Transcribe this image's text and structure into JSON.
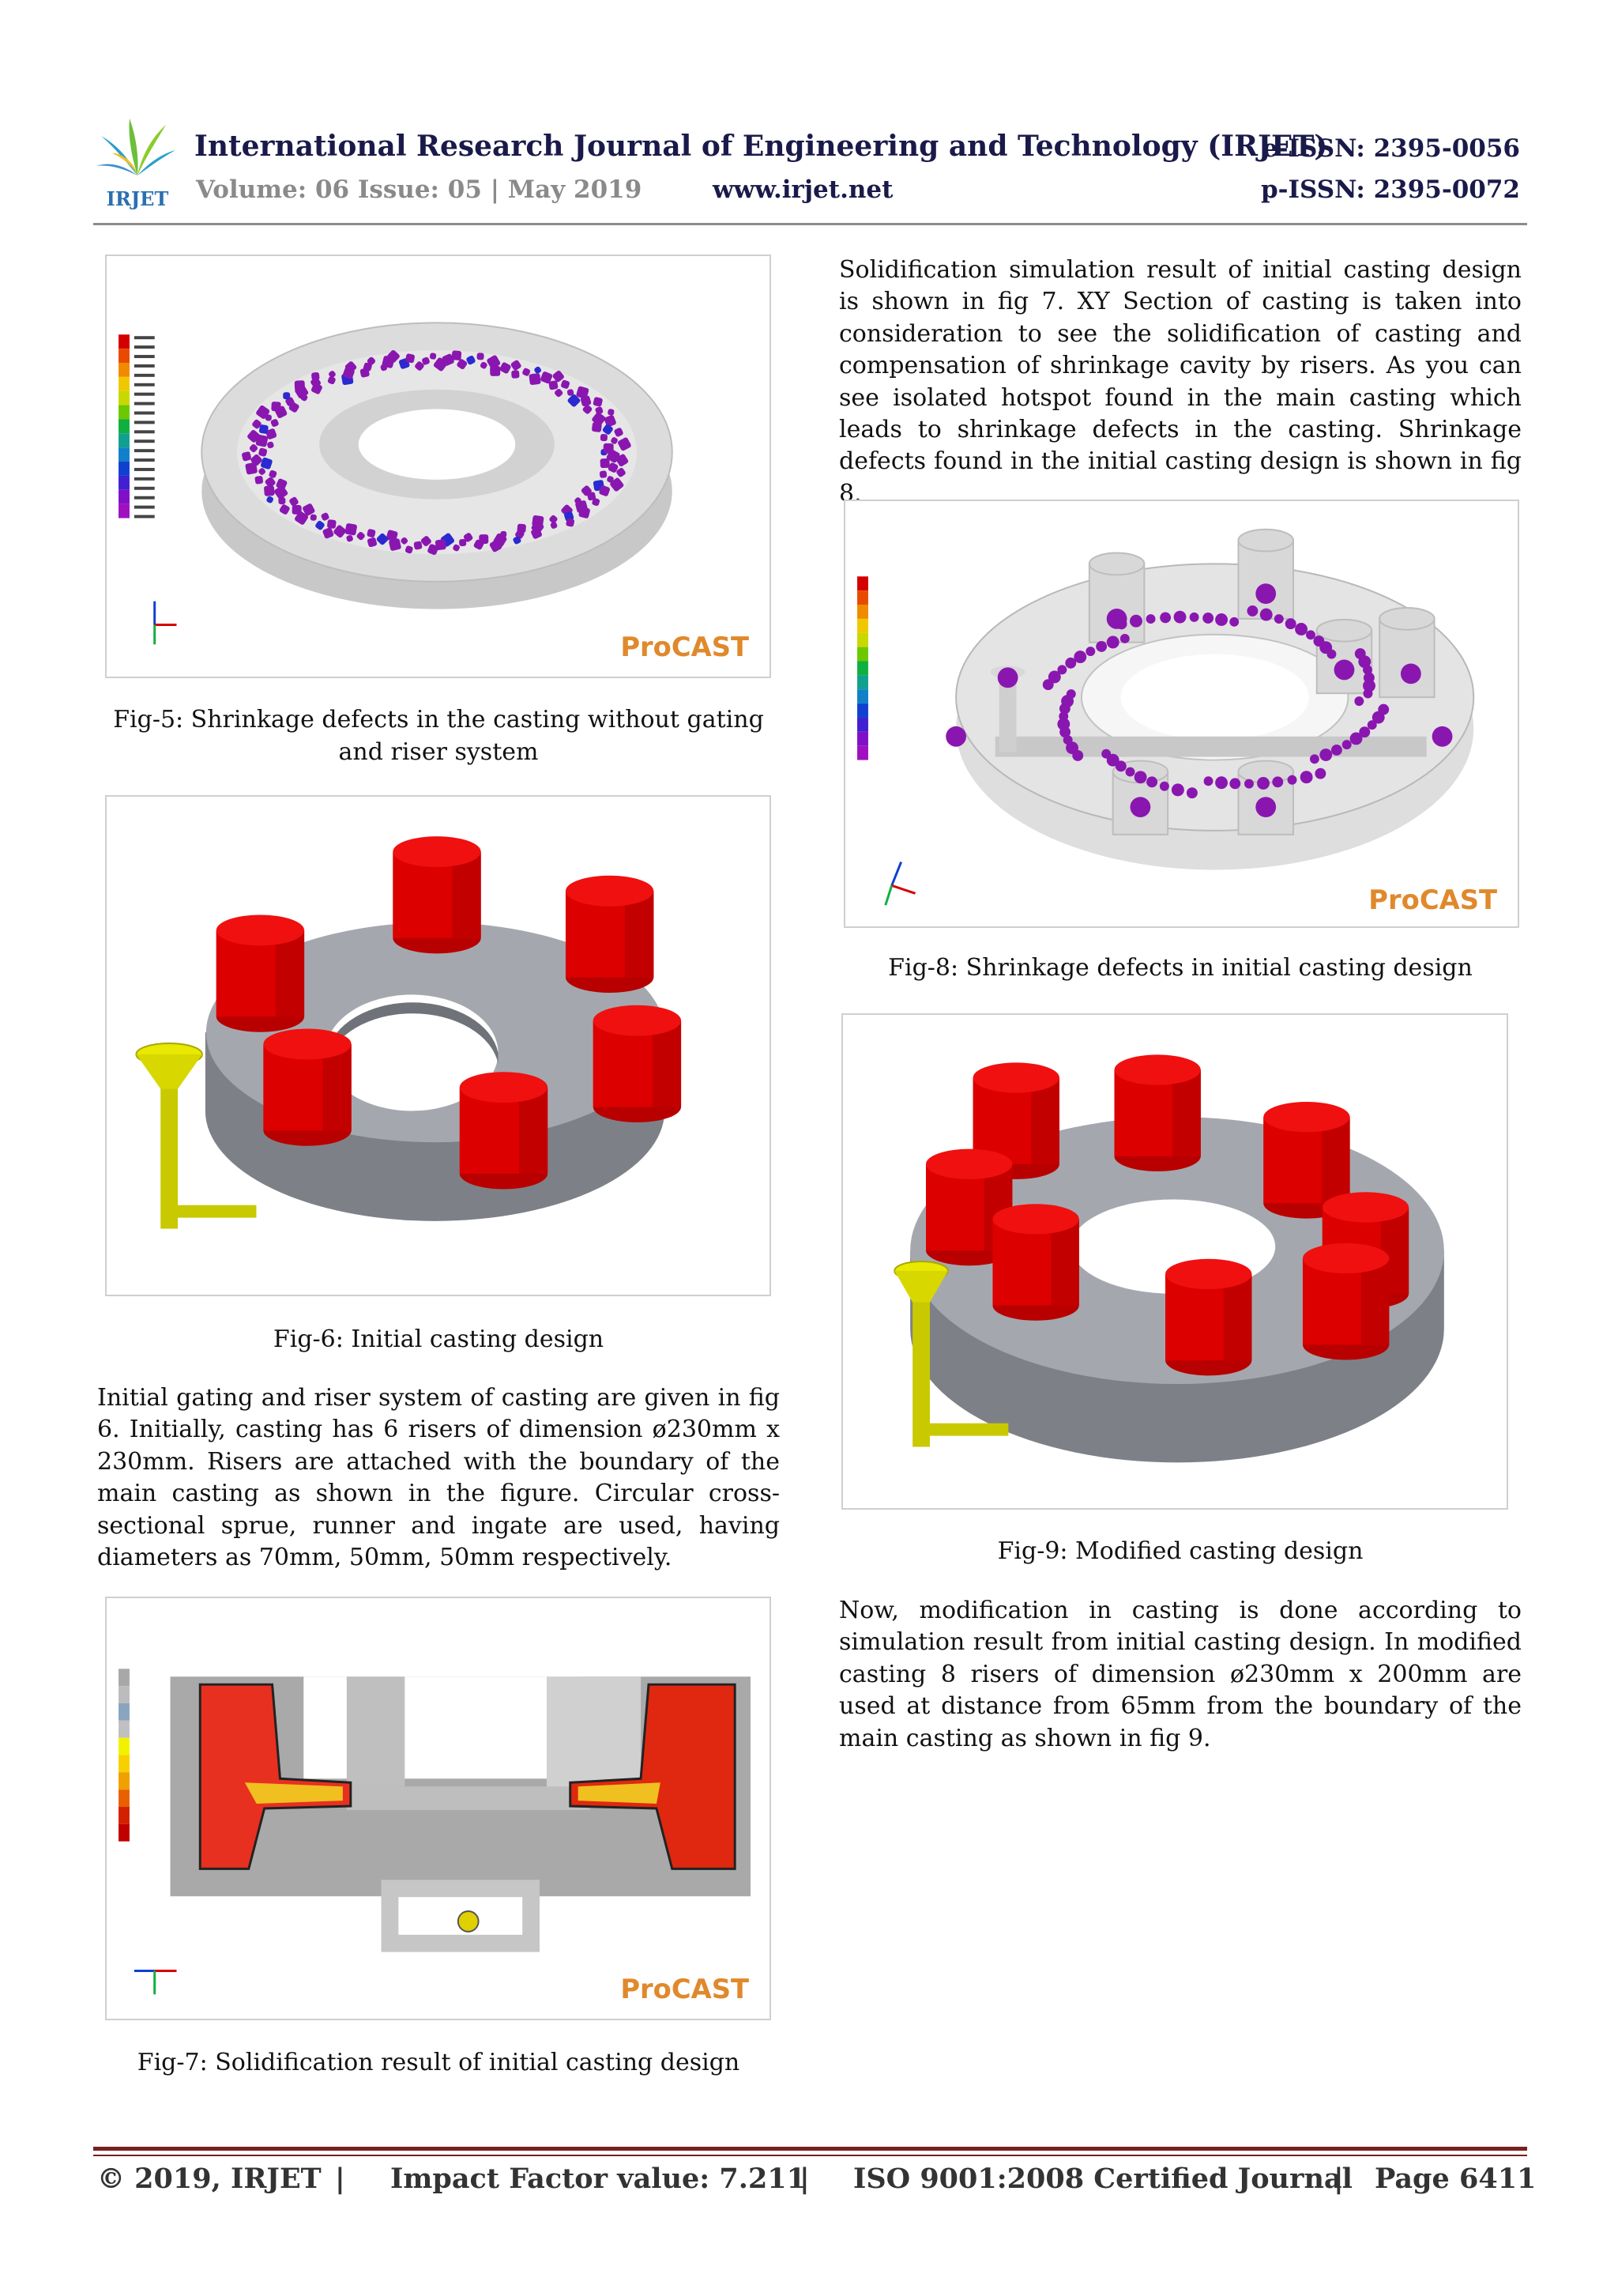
{
  "header": {
    "logo_text": "IRJET",
    "journal_title": "International Research Journal of Engineering and Technology (IRJET)",
    "e_issn": "e-ISSN: 2395-0056",
    "volume_issue": "Volume: 06 Issue: 05 | May 2019",
    "website": "www.irjet.net",
    "p_issn": "p-ISSN: 2395-0072"
  },
  "figures": {
    "fig5": {
      "caption": "Fig-5: Shrinkage defects in the casting without gating and riser system",
      "watermark": "ProCAST"
    },
    "fig6": {
      "caption": "Fig-6: Initial casting design"
    },
    "fig7": {
      "caption": "Fig-7: Solidification result of initial casting design",
      "watermark": "ProCAST"
    },
    "fig8": {
      "caption": "Fig-8: Shrinkage defects in initial casting design",
      "watermark": "ProCAST"
    },
    "fig9": {
      "caption": "Fig-9: Modified casting design"
    }
  },
  "text": {
    "left_paragraph": "Initial gating and riser system of casting are given in fig 6. Initially, casting has 6 risers of dimension ø230mm x 230mm. Risers are attached with the boundary of the main casting as shown in the figure. Circular cross-sectional sprue, runner and ingate are used, having diameters as 70mm, 50mm, 50mm respectively.",
    "right_paragraph_1": "Solidification simulation result of initial casting design is shown in fig 7. XY Section of casting is taken into consideration to see the solidification of casting and compensation of shrinkage cavity by risers. As you can see isolated hotspot found in the main casting which leads to shrinkage defects in the casting. Shrinkage defects found in the initial casting design is shown in fig 8.",
    "right_paragraph_2": "Now, modification in casting is done according to simulation result from initial casting design. In modified casting 8 risers of dimension ø230mm x 200mm are used at distance from 65mm from the boundary of the main casting as shown in fig 9."
  },
  "footer": {
    "copyright": "© 2019, IRJET",
    "sep1": "|",
    "impact_factor": "Impact Factor value: 7.211",
    "sep2": "|",
    "certification": "ISO 9001:2008 Certified Journal",
    "sep3": "|",
    "page": "Page 6411"
  },
  "colors": {
    "header_text": "#1a1a4a",
    "header_gray": "#8a8a8a",
    "footer_rule": "#7a1f1f",
    "riser_red": "#dd0000",
    "casting_gray": "#8f9399",
    "sprue_yellow": "#d8d800",
    "defect_purple": "#8a16b0",
    "procast_orange": "#e0892c"
  }
}
